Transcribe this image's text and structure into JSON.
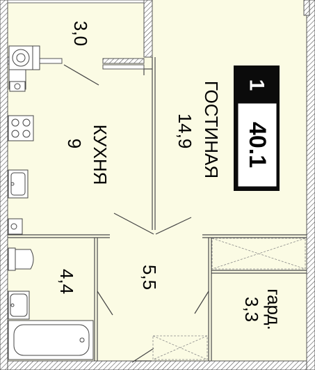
{
  "colors": {
    "floor": "#fbfbe4",
    "wall": "#6f6f6f",
    "line": "#4a4a4a",
    "badge": "#0b0b0b"
  },
  "balcony": {
    "area": "3,0"
  },
  "kitchen": {
    "name": "КУХНЯ",
    "area": "9"
  },
  "living": {
    "name": "ГОСТИНАЯ",
    "area": "14,9"
  },
  "bathroom": {
    "area": "4,4"
  },
  "hall": {
    "area": "5,5"
  },
  "wardrobe": {
    "name": "гард.",
    "area": "3,3"
  },
  "badge": {
    "rooms": "1",
    "total_area": "40.1"
  },
  "icons": [
    "washing-machine-icon",
    "stove-icon",
    "sink-icon",
    "toilet-icon",
    "bathtub-icon"
  ]
}
